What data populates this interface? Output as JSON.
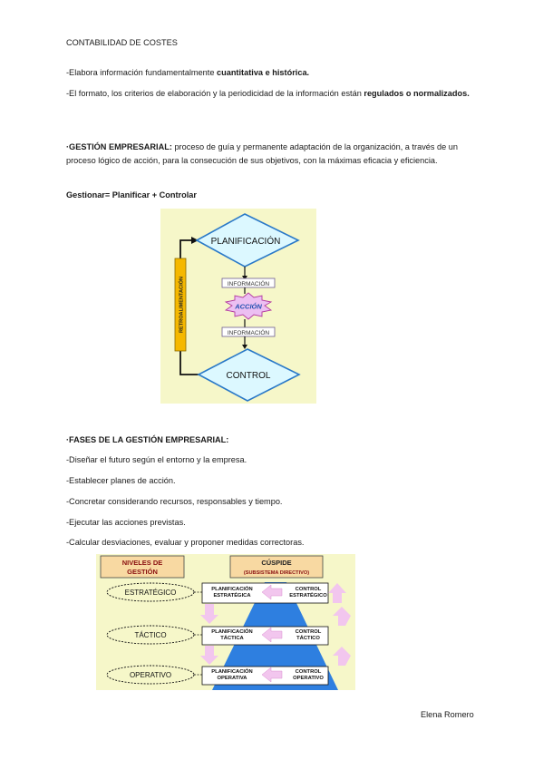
{
  "header": "CONTABILIDAD DE COSTES",
  "p1": {
    "pre": "-Elabora información fundamentalmente ",
    "bold": "cuantitativa e histórica."
  },
  "p2": {
    "pre": "-El formato, los criterios de elaboración y la periodicidad de la información están ",
    "bold": "regulados o normalizados."
  },
  "p3": {
    "bold": "·GESTIÓN EMPRESARIAL:",
    "rest": " proceso de guía y permanente adaptación de la organización, a través de un proceso lógico de acción, para la consecución de sus objetivos, con la máximas eficacia y eficiencia."
  },
  "p4": "Gestionar= Planificar + Controlar",
  "diagram1": {
    "planificacion": "PLANIFICACIÓN",
    "informacion_top": "INFORMACIÓN",
    "accion": "ACCIÓN",
    "informacion_bottom": "INFORMACIÓN",
    "control": "CONTROL",
    "retro": "RETROALIMENTACIÓN"
  },
  "p5": "·FASES DE LA GESTIÓN EMPRESARIAL:",
  "list": [
    "-Diseñar el futuro según el entorno y la empresa.",
    "-Establecer planes de acción.",
    "-Concretar considerando recursos, responsables y tiempo.",
    "-Ejecutar las acciones previstas.",
    "-Calcular desviaciones, evaluar y proponer medidas correctoras."
  ],
  "diagram2": {
    "niveles_line1": "NIVELES DE",
    "niveles_line2": "GESTIÓN",
    "cuspide": "CÚSPIDE",
    "subsistema": "(SUBSISTEMA DIRECTIVO)",
    "levels": [
      {
        "name": "ESTRATÉGICO",
        "plan1": "PLANIFICACIÓN",
        "plan2": "ESTRATÉGICA",
        "ctrl1": "CONTROL",
        "ctrl2": "ESTRATÉGICO"
      },
      {
        "name": "TÁCTICO",
        "plan1": "PLANIFICACIÓN",
        "plan2": "TÁCTICA",
        "ctrl1": "CONTROL",
        "ctrl2": "TÁCTICO"
      },
      {
        "name": "OPERATIVO",
        "plan1": "PLANIFICACIÓN",
        "plan2": "OPERATIVA",
        "ctrl1": "CONTROL",
        "ctrl2": "OPERATIVO"
      }
    ]
  },
  "footer": "Elena Romero",
  "colors": {
    "diagram_bg": "#f6f7c9",
    "diamond_fill": "#dcf8ff",
    "diamond_stroke": "#2a79c8",
    "arrow_pink": "#f2c6ee",
    "orange": "#f8d9a2",
    "pyramid_blue": "#2e7fe0"
  }
}
